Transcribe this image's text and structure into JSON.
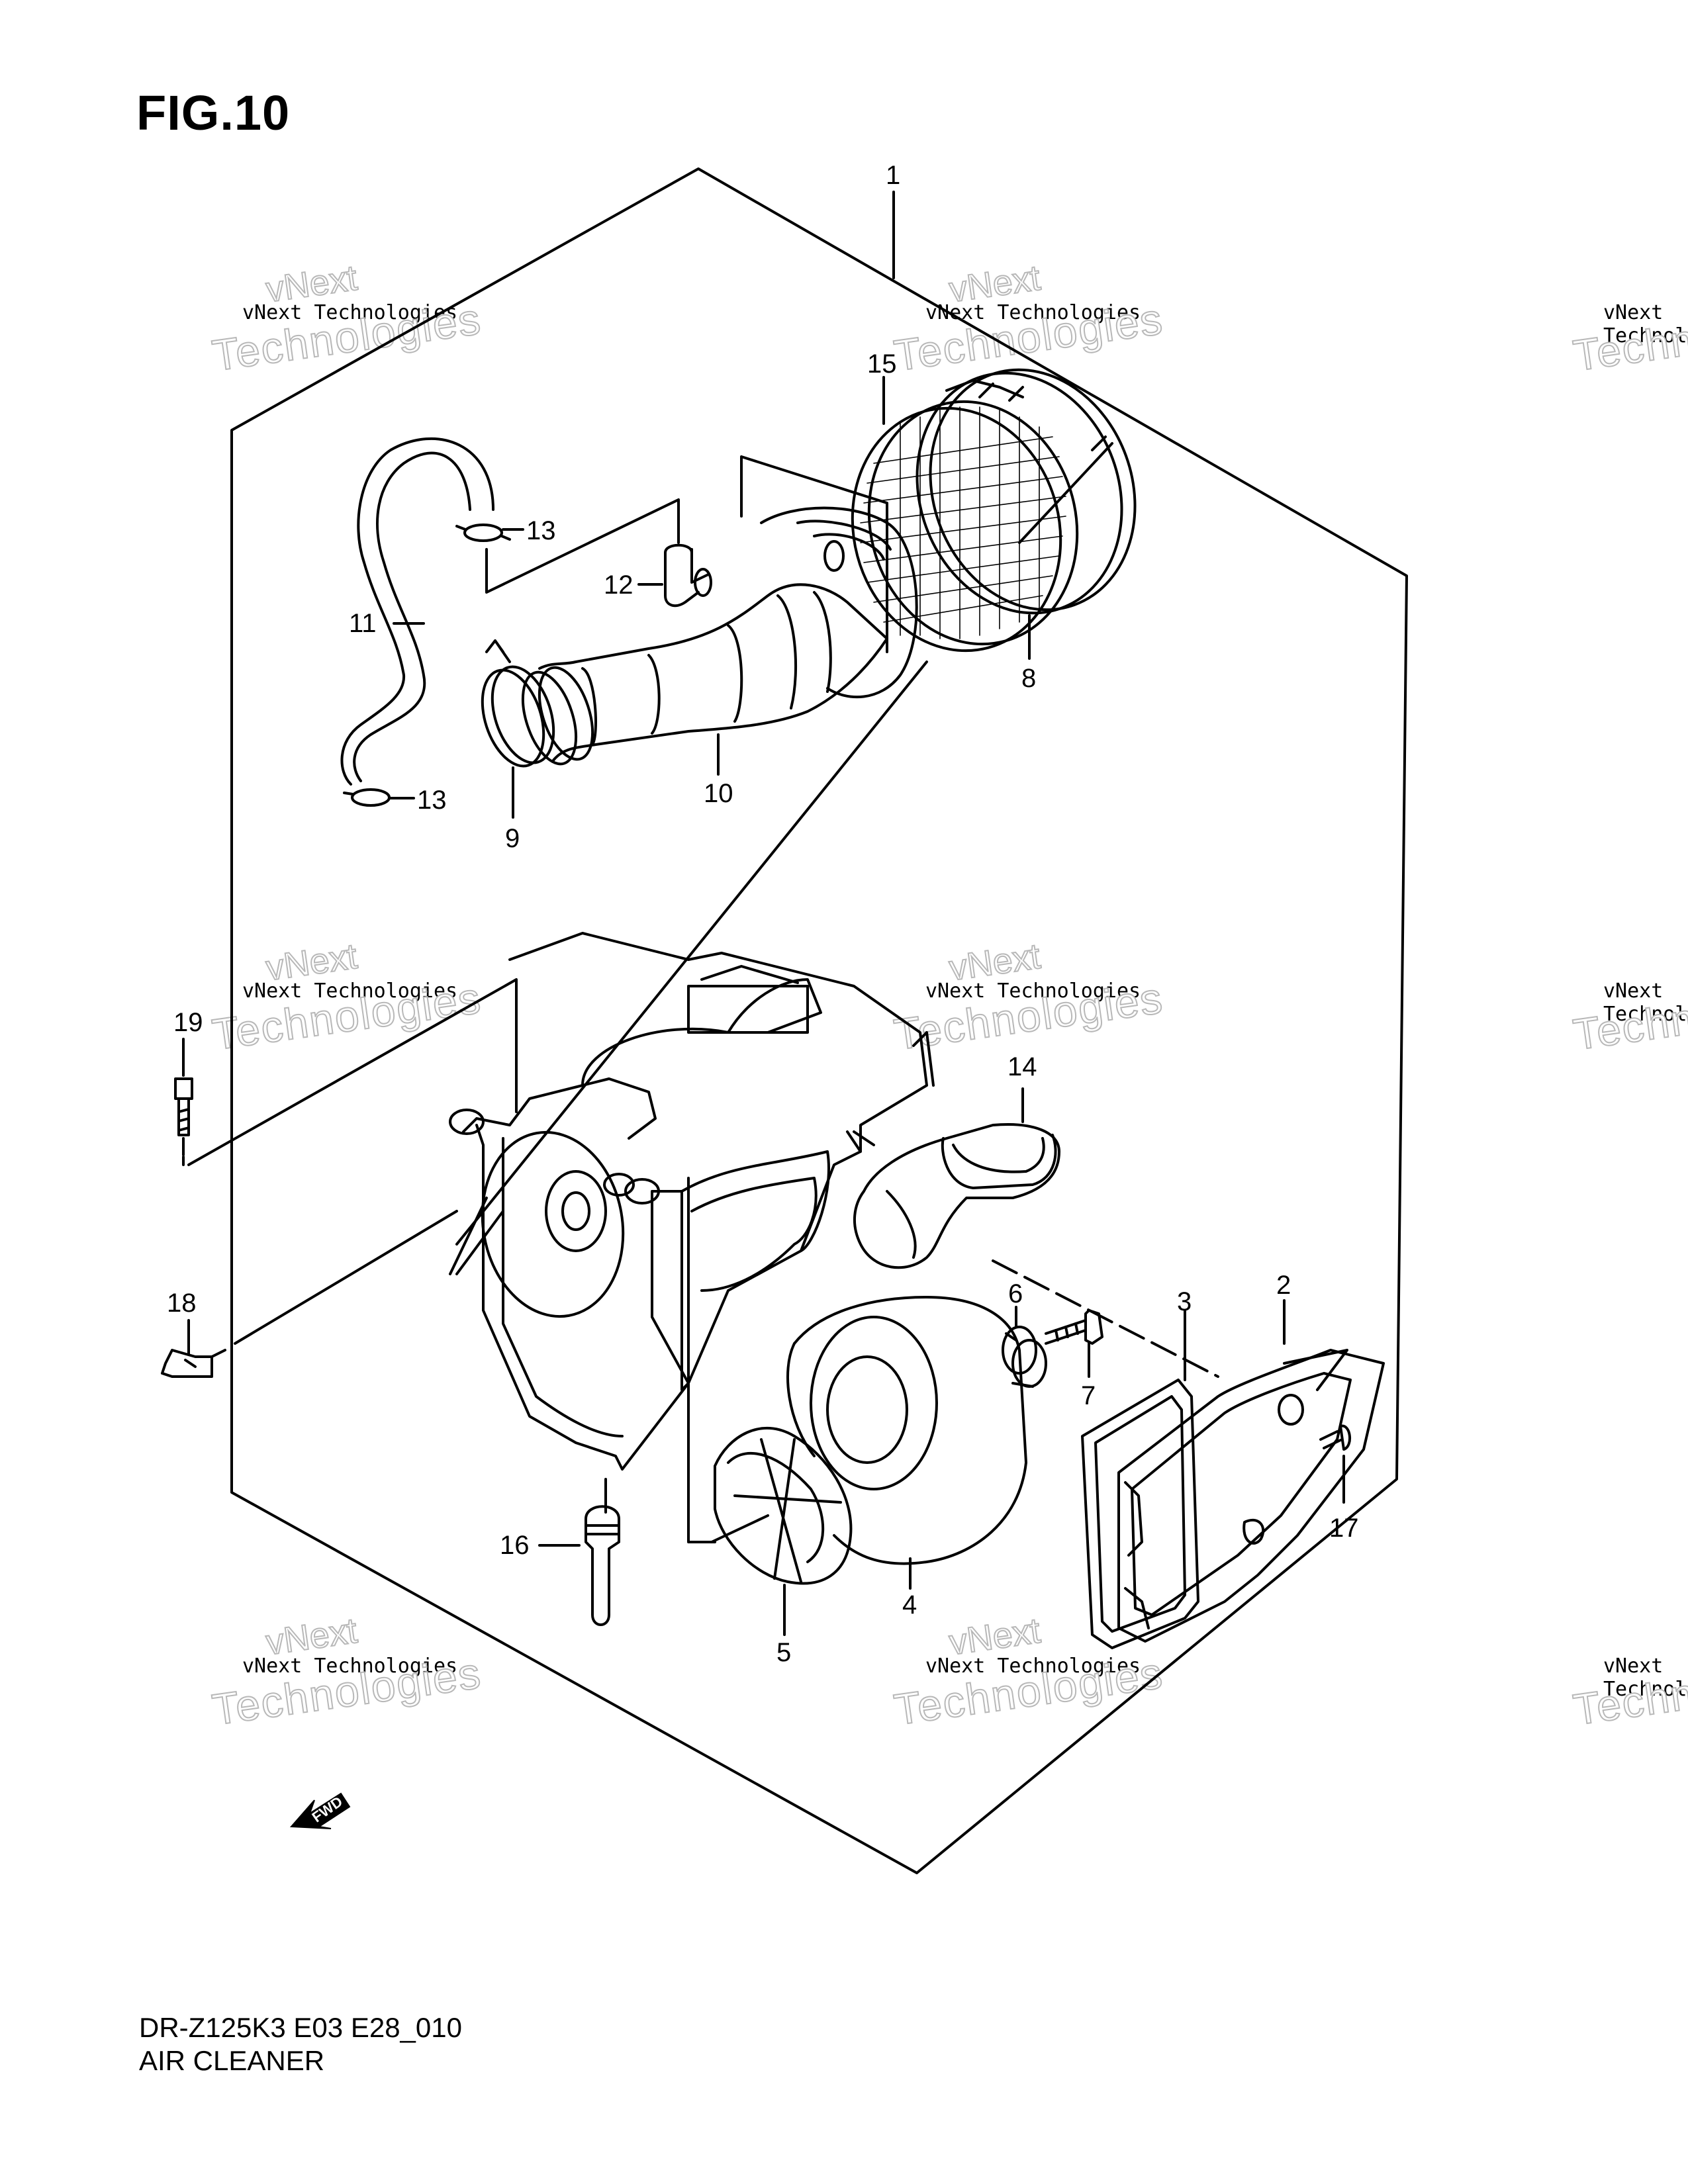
{
  "header": {
    "figure_label": "FIG.10"
  },
  "footer": {
    "model_code": "DR-Z125K3 E03 E28_010",
    "title": "AIR CLEANER"
  },
  "watermark": {
    "line1": "vNext Technologies",
    "line2": "vNext",
    "line3": "Technologies"
  },
  "direction_marker": {
    "label": "FWD"
  },
  "callouts": [
    "1",
    "2",
    "3",
    "4",
    "5",
    "6",
    "7",
    "8",
    "9",
    "10",
    "11",
    "12",
    "13",
    "13",
    "14",
    "15",
    "16",
    "17",
    "18",
    "19"
  ]
}
